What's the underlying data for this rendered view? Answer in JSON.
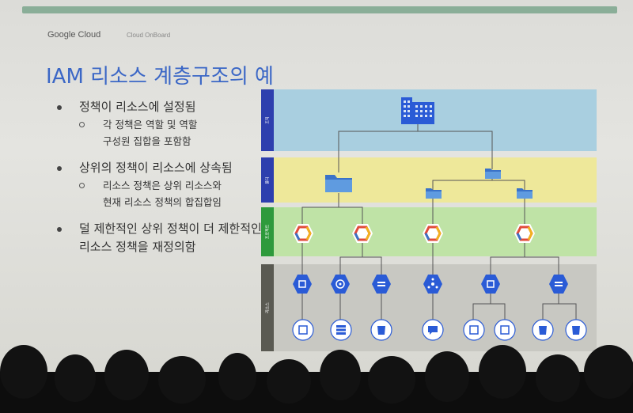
{
  "brand": "Google Cloud",
  "subbrand": "Cloud OnBoard",
  "title": "IAM 리소스 계층구조의 예",
  "bullets": [
    {
      "text": "정책이 리소스에 설정됨",
      "sub": [
        "각 정책은 역할 및 역할",
        "구성원 집합을 포함함"
      ]
    },
    {
      "text": "상위의 정책이 리소스에 상속됨",
      "sub": [
        "리소스 정책은 상위 리소스와",
        "현재 리소스 정책의 합집합임"
      ]
    },
    {
      "text": "덜 제한적인 상위 정책이 더 제한적인 리소스 정책을 재정의함",
      "sub": []
    }
  ],
  "diagram": {
    "bands": [
      {
        "label": "조직",
        "color": "#a9cfe0",
        "tab": "#2d3fae"
      },
      {
        "label": "폴더",
        "color": "#eee89a",
        "tab": "#2d3fae"
      },
      {
        "label": "프로젝트",
        "color": "#bfe3a6",
        "tab": "#2e9a3c"
      },
      {
        "label": "리소스",
        "color": "#c8c8c2",
        "tab": "#5a5a52"
      }
    ]
  }
}
